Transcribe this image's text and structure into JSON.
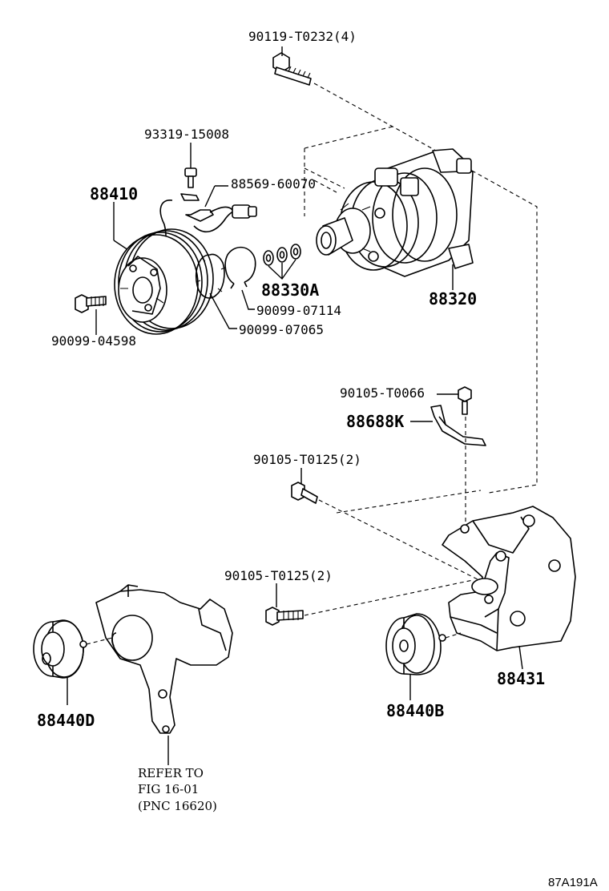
{
  "callouts": {
    "bolt_top": "90119-T0232(4)",
    "screw_clutch": "93319-15008",
    "harness": "88569-60070",
    "clutch": "88410",
    "shims": "88330A",
    "snap_ring_outer": "90099-07114",
    "snap_ring_inner": "90099-07065",
    "bolt_clutch": "90099-04598",
    "compressor": "88320",
    "bracket_bolt": "90105-T0066",
    "bracket": "88688K",
    "bolt_mid": "90105-T0125(2)",
    "bolt_lower": "90105-T0125(2)",
    "idler_left": "88440D",
    "idler_right": "88440B",
    "bracket_main": "88431"
  },
  "reference": {
    "line1": "REFER TO",
    "line2": "FIG 16-01",
    "line3": "(PNC 16620)"
  },
  "figure_id": "87A191A"
}
